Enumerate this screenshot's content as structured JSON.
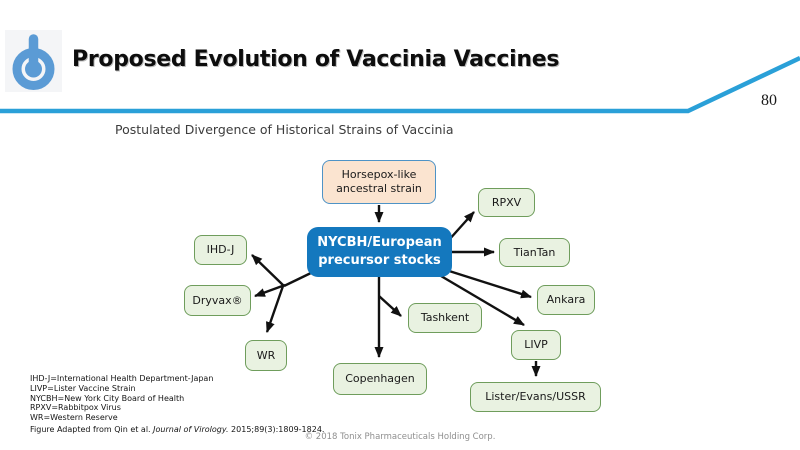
{
  "colors": {
    "accent_line": "#2aa0d8",
    "logo_blue": "#5b9bd5",
    "node_blue_fill": "#1478be",
    "node_green_fill": "#e9f2e1",
    "node_green_border": "#6f9d5c",
    "node_peach_fill": "#fbe4d0",
    "node_peach_border": "#4e93c6",
    "arrow_color": "#111111"
  },
  "header": {
    "title": "Proposed Evolution of Vaccinia Vaccines",
    "page_number": "80",
    "logo_icon": "power-button-logo"
  },
  "subtitle": "Postulated Divergence of Historical Strains of Vaccinia",
  "diagram": {
    "nodes": {
      "horsepox": {
        "line1": "Horsepox-like",
        "line2": "ancestral strain"
      },
      "nycbh": {
        "line1": "NYCBH/European",
        "line2": "precursor stocks"
      },
      "rpxv": {
        "label": "RPXV"
      },
      "tiantan": {
        "label": "TianTan"
      },
      "ankara": {
        "label": "Ankara"
      },
      "livp": {
        "label": "LIVP"
      },
      "lister": {
        "label": "Lister/Evans/USSR"
      },
      "tashkent": {
        "label": "Tashkent"
      },
      "copenhagen": {
        "label": "Copenhagen"
      },
      "wr": {
        "label": "WR"
      },
      "dryvax": {
        "label": "Dryvax®"
      },
      "ihdj": {
        "label": "IHD-J"
      }
    }
  },
  "legend": {
    "lines": [
      "IHD-J=International Health Department-Japan",
      "LIVP=Lister Vaccine Strain",
      "NYCBH=New York City Board of Health",
      "RPXV=Rabbitpox Virus",
      "WR=Western Reserve"
    ]
  },
  "footer": {
    "caption_prefix": "Figure Adapted from Qin et al. ",
    "caption_italic": "Journal of Virology.",
    "caption_suffix": " 2015;89(3):1809-1824.",
    "copyright": "© 2018 Tonix Pharmaceuticals Holding Corp."
  }
}
